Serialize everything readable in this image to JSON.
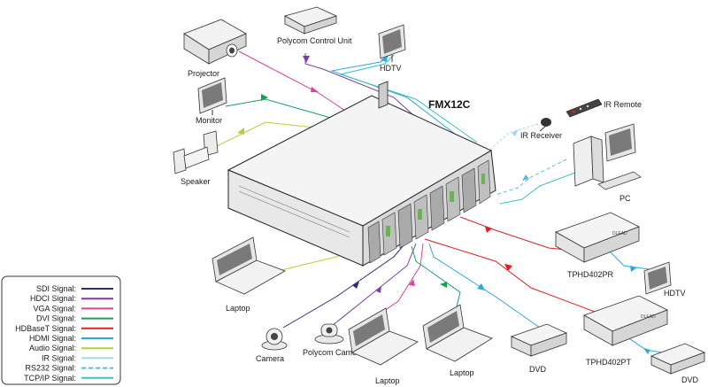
{
  "diagram": {
    "title": "FMX12C",
    "devices": {
      "projector": "Projector",
      "polycom_control_unit": "Polycom Control Unit",
      "hdtv_top": "HDTV",
      "monitor": "Monitor",
      "speaker": "Speaker",
      "ir_remote": "IR Remote",
      "ir_receiver": "IR Receiver",
      "pc": "PC",
      "tphd402pr": "TPHD402PR",
      "hdtv_right": "HDTV",
      "laptop_left": "Laptop",
      "camera": "Camera",
      "polycom_camera": "Polycom Camera",
      "laptop_mid": "Laptop",
      "laptop_right": "Laptop",
      "dvd_mid": "DVD",
      "tphd402pt": "TPHD402PT",
      "dvd_right": "DVD"
    },
    "device_badge": "DLEAD"
  },
  "legend": {
    "items": [
      {
        "label": "SDI Signal:",
        "color": "#2b2f6e",
        "style": "solid"
      },
      {
        "label": "HDCI Signal:",
        "color": "#7b3fa0",
        "style": "solid"
      },
      {
        "label": "VGA Signal:",
        "color": "#e0409a",
        "style": "solid"
      },
      {
        "label": "DVI Signal:",
        "color": "#16a05a",
        "style": "solid"
      },
      {
        "label": "HDBaseT Signal:",
        "color": "#e02020",
        "style": "solid"
      },
      {
        "label": "HDMI Signal:",
        "color": "#2aa8e0",
        "style": "solid"
      },
      {
        "label": "Audio Signal:",
        "color": "#b6cf3a",
        "style": "solid"
      },
      {
        "label": "IR Signal:",
        "color": "#a8d8ee",
        "style": "solid"
      },
      {
        "label": "RS232 Signal:",
        "color": "#5fb8d8",
        "style": "dashed"
      },
      {
        "label": "TCP/IP Signal:",
        "color": "#3cc0c0",
        "style": "solid"
      }
    ]
  }
}
